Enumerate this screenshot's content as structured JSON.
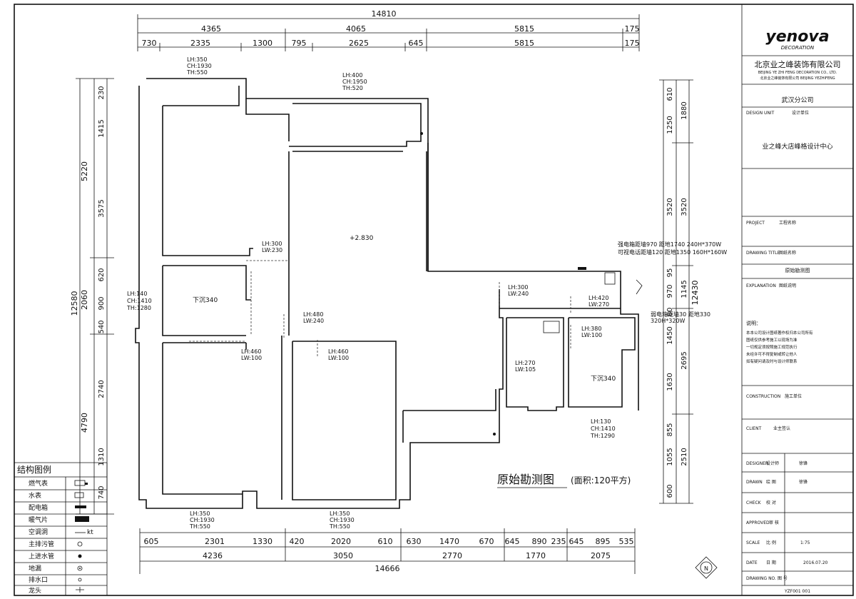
{
  "title_block": {
    "logo": "yenova",
    "logo_sub": "DECORATION",
    "company_cn": "北京业之峰装饰有限公司",
    "company_en": "BEIJING YE ZHI FENG DECORATION CO., LTD.",
    "company_en2": "北京业之峰装饰有限公司 BEIJING YEZHIFENG",
    "branch": "武汉分公司",
    "design_unit_label": "DESIGN UNIT",
    "design_unit_cn": "设计单位",
    "design_center": "业之峰大店峰格设计中心",
    "project_label": "PROJECT",
    "project_cn": "工程名称",
    "drawing_title_label": "DRAWING TITLE",
    "drawing_title_cn": "图纸名称",
    "drawing_name": "原始勘测图",
    "explanation_label": "EXPLANATION",
    "explanation_cn": "图纸说明",
    "notes_title": "说明：",
    "notes": [
      "本本公司设计图纸著作权归本公司所有",
      "图纸仅供参考施工以现场为准",
      "一切规定须按照施工规范执行",
      "未经许可不得复制或转让他人",
      "如有疑问请及时与设计师联系"
    ],
    "construction_label": "CONSTRUCTION",
    "construction_cn": "施工单位",
    "client_label": "CLIENT",
    "client_cn": "业主签认",
    "rows": [
      {
        "en": "DESIGNER",
        "cn": "设计师",
        "val": "徐锋"
      },
      {
        "en": "DRAWN",
        "cn": "绘 图",
        "val": "徐锋"
      },
      {
        "en": "CHECK",
        "cn": "校 对",
        "val": ""
      },
      {
        "en": "APPROVED",
        "cn": "审 核",
        "val": ""
      },
      {
        "en": "SCALE",
        "cn": "比 例",
        "val": "1:75"
      },
      {
        "en": "DATE",
        "cn": "日 期",
        "val": "2016.07.20"
      },
      {
        "en": "DRAWING NO.",
        "cn": "图 号",
        "val": ""
      }
    ],
    "footer_code": "YZF001    001"
  },
  "plan": {
    "top_total": "14810",
    "top_seg": [
      "4365",
      "4065",
      "5815",
      "175"
    ],
    "top_sub": [
      "730",
      "2335",
      "1300",
      "795",
      "2625",
      "645",
      "5815",
      "175"
    ],
    "bottom_total": "14666",
    "bottom_seg": [
      "4236",
      "3050",
      "2770",
      "1770",
      "2075"
    ],
    "bottom_sub": [
      "605",
      "2301",
      "1330",
      "420",
      "2020",
      "610",
      "630",
      "1470",
      "670",
      "645",
      "890",
      "235",
      "645",
      "895",
      "535"
    ],
    "left_total": "12580",
    "left_seg": [
      "5220",
      "2060",
      "4790"
    ],
    "left_sub": [
      "230",
      "1415",
      "3575",
      "620",
      "900",
      "540",
      "2740",
      "1310",
      "740"
    ],
    "right_total": "12430",
    "right_seg": [
      "1880",
      "3520",
      "1145",
      "2695",
      "2510"
    ],
    "right_sub": [
      "610",
      "1250",
      "3520",
      "95",
      "970",
      "80",
      "1450",
      "1630",
      "855",
      "1055",
      "600"
    ],
    "windows": [
      {
        "lh": "LH:350",
        "ch": "CH:1930",
        "th": "TH:550"
      },
      {
        "lh": "LH:400",
        "ch": "CH:1950",
        "th": "TH:520"
      },
      {
        "lh": "LH:140",
        "ch": "CH:1410",
        "th": "TH:1280"
      },
      {
        "lh": "LH:350",
        "ch": "CH:1930",
        "th": "TH:550"
      },
      {
        "lh": "LH:350",
        "ch": "CH:1930",
        "th": "TH:550"
      },
      {
        "lh": "LH:130",
        "ch": "CH:1410",
        "th": "TH:1290"
      }
    ],
    "beams": [
      {
        "lh": "LH:300",
        "lw": "LW:230"
      },
      {
        "lh": "LH:480",
        "lw": "LW:240"
      },
      {
        "lh": "LH:460",
        "lw": "LW:100"
      },
      {
        "lh": "LH:460",
        "lw": "LW:100"
      },
      {
        "lh": "LH:300",
        "lw": "LW:240"
      },
      {
        "lh": "LH:420",
        "lw": "LW:270"
      },
      {
        "lh": "LH:380",
        "lw": "LW:100"
      },
      {
        "lh": "LH:270",
        "lw": "LW:105"
      }
    ],
    "level": "+2.830",
    "sunken1": "下沉340",
    "sunken2": "下沉340",
    "note_elec1": "强电箱距墙970  距地1740  240H*370W",
    "note_elec2": "可视电话距墙120  距地1350  160H*160W",
    "note_elec3": "弱电箱距墙30  距地330",
    "note_elec4": "320H*320W",
    "drawing_title": "原始勘测图",
    "area_text": "(面积:120平方)",
    "north": "N"
  },
  "legend": {
    "title": "结构图例",
    "items": [
      {
        "name": "燃气表",
        "sym": "gas"
      },
      {
        "name": "水表",
        "sym": "water"
      },
      {
        "name": "配电箱",
        "sym": "panel"
      },
      {
        "name": "暖气片",
        "sym": "radiator"
      },
      {
        "name": "空调洞",
        "sym": "ac",
        "label": "kt"
      },
      {
        "name": "主排污管",
        "sym": "circle"
      },
      {
        "name": "上进水管",
        "sym": "dot"
      },
      {
        "name": "地漏",
        "sym": "drain"
      },
      {
        "name": "排水口",
        "sym": "smallcircle"
      },
      {
        "name": "龙头",
        "sym": "tap"
      }
    ]
  }
}
